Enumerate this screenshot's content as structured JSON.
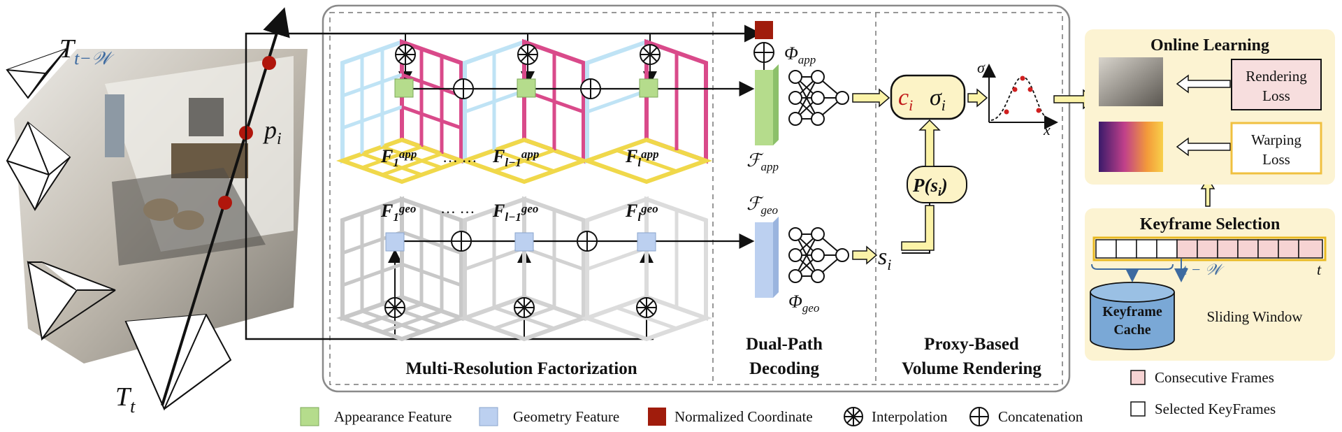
{
  "left": {
    "pose_t": "T",
    "pose_t_sub": "t",
    "pose_tw": "T",
    "pose_tw_sub": "t−𝒲",
    "point": "p",
    "point_sub": "i"
  },
  "factorization": {
    "title": "Multi-Resolution Factorization",
    "app_labels": [
      {
        "main": "F",
        "sub": "1",
        "sup": "app"
      },
      {
        "main": "F",
        "sub": "l−1",
        "sup": "app"
      },
      {
        "main": "F",
        "sub": "l",
        "sup": "app"
      }
    ],
    "geo_labels": [
      {
        "main": "F",
        "sub": "1",
        "sup": "geo"
      },
      {
        "main": "F",
        "sub": "l−1",
        "sup": "geo"
      },
      {
        "main": "F",
        "sub": "l",
        "sup": "geo"
      }
    ],
    "ellipsis": "… …"
  },
  "decoding": {
    "title_line1": "Dual-Path",
    "title_line2": "Decoding",
    "f_app": "ℱ",
    "f_app_sub": "app",
    "f_geo": "ℱ",
    "f_geo_sub": "geo",
    "phi_app": "Φ",
    "phi_app_sub": "app",
    "phi_geo": "Φ",
    "phi_geo_sub": "geo"
  },
  "rendering": {
    "title_line1": "Proxy-Based",
    "title_line2": "Volume Rendering",
    "c": "c",
    "c_sub": "i",
    "sigma": "σ",
    "sigma_sub": "i",
    "proxy": "P(s",
    "proxy_sub": "i",
    "proxy_close": ")",
    "s": "s",
    "s_sub": "i",
    "plot_y": "σ",
    "plot_x": "x"
  },
  "online": {
    "title": "Online Learning",
    "rendering_loss_1": "Rendering",
    "rendering_loss_2": "Loss",
    "warping_loss_1": "Warping",
    "warping_loss_2": "Loss"
  },
  "keyframe": {
    "title": "Keyframe Selection",
    "t_minus_w": "t − 𝒲",
    "t": "t",
    "cache_1": "Keyframe",
    "cache_2": "Cache",
    "sliding": "Sliding Window",
    "consecutive": "Consecutive Frames",
    "selected": "Selected KeyFrames"
  },
  "legend": {
    "appearance": "Appearance Feature",
    "geometry": "Geometry Feature",
    "normalized": "Normalized Coordinate",
    "interpolation": "Interpolation",
    "concatenation": "Concatenation"
  },
  "colors": {
    "app_green": "#b5dc8c",
    "geo_blue": "#bcd0f0",
    "coord_red": "#a01c0c",
    "pink": "#d94a8a",
    "yellow": "#f0d84a",
    "lightblue": "#bfe3f5",
    "panel_yellow": "#fcf3d2",
    "frame_pink": "#f6d3d3",
    "cache_blue": "#7aa8d6"
  }
}
